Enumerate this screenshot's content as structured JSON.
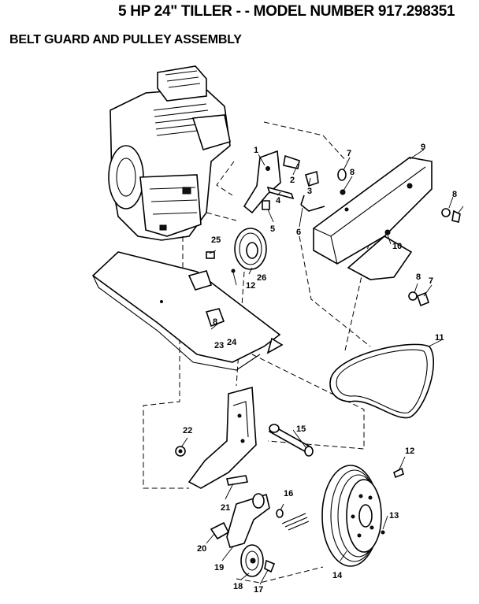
{
  "title": "5 HP  24\" TILLER - - MODEL NUMBER 917.298351",
  "subtitle": "BELT GUARD AND PULLEY ASSEMBLY",
  "parts": [
    {
      "id": "p1",
      "label": "1"
    },
    {
      "id": "p2",
      "label": "2"
    },
    {
      "id": "p3",
      "label": "3"
    },
    {
      "id": "p4",
      "label": "4"
    },
    {
      "id": "p5",
      "label": "5"
    },
    {
      "id": "p6",
      "label": "6"
    },
    {
      "id": "p7a",
      "label": "7"
    },
    {
      "id": "p7b",
      "label": "7"
    },
    {
      "id": "p8a",
      "label": "8"
    },
    {
      "id": "p8b",
      "label": "8"
    },
    {
      "id": "p8c",
      "label": "8"
    },
    {
      "id": "p8d",
      "label": "8"
    },
    {
      "id": "p9",
      "label": "9"
    },
    {
      "id": "p10",
      "label": "10"
    },
    {
      "id": "p11",
      "label": "11"
    },
    {
      "id": "p12a",
      "label": "12"
    },
    {
      "id": "p12b",
      "label": "12"
    },
    {
      "id": "p13",
      "label": "13"
    },
    {
      "id": "p14",
      "label": "14"
    },
    {
      "id": "p15",
      "label": "15"
    },
    {
      "id": "p16",
      "label": "16"
    },
    {
      "id": "p17",
      "label": "17"
    },
    {
      "id": "p18",
      "label": "18"
    },
    {
      "id": "p19",
      "label": "19"
    },
    {
      "id": "p20",
      "label": "20"
    },
    {
      "id": "p21",
      "label": "21"
    },
    {
      "id": "p22",
      "label": "22"
    },
    {
      "id": "p23",
      "label": "23"
    },
    {
      "id": "p24",
      "label": "24"
    },
    {
      "id": "p25",
      "label": "25"
    },
    {
      "id": "p26",
      "label": "26"
    }
  ]
}
